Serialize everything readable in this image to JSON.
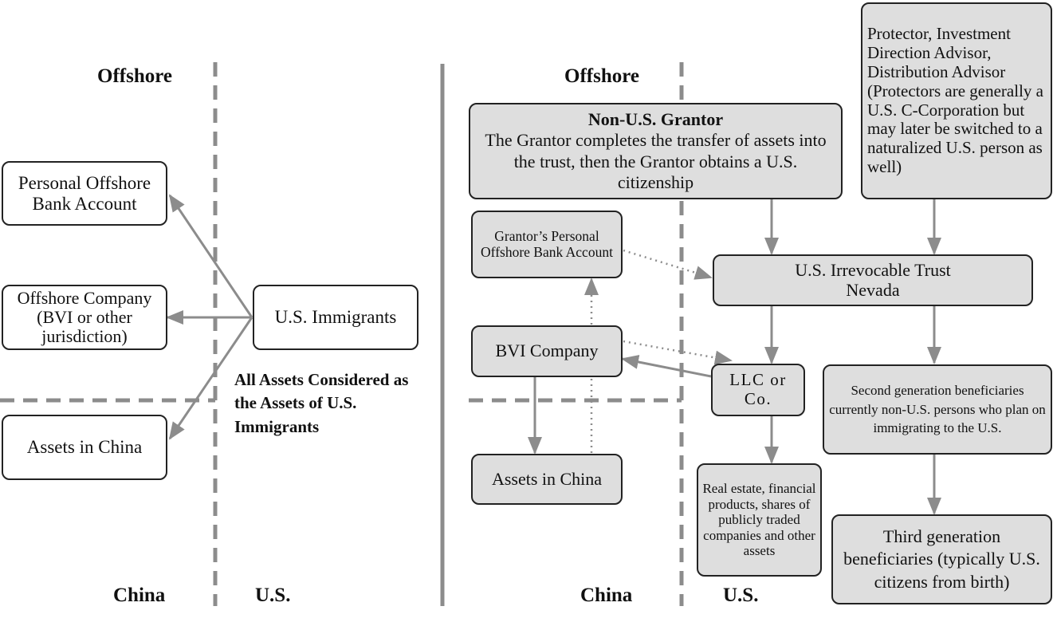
{
  "left": {
    "top_label": "Offshore",
    "bottom_left_label": "China",
    "bottom_right_label": "U.S.",
    "boxes": {
      "personal_bank": "Personal Offshore Bank Account",
      "offshore_company": "Offshore Company (BVI or other jurisdiction)",
      "assets_china": "Assets in China",
      "us_immigrants": "U.S. Immigrants"
    },
    "note": "All Assets Considered as the Assets of U.S. Immigrants"
  },
  "right": {
    "top_label": "Offshore",
    "bottom_left_label": "China",
    "bottom_right_label": "U.S.",
    "boxes": {
      "grantor_title": "Non-U.S. Grantor",
      "grantor_text": "The Grantor completes the transfer of assets into the trust, then the Grantor obtains a U.S. citizenship",
      "protector": "Protector, Investment Direction Advisor, Distribution Advisor (Protectors are generally a U.S. C-Corporation but may later be switched to a naturalized U.S. person as well)",
      "grantor_bank": "Grantor’s Personal Offshore Bank Account",
      "trust": "U.S. Irrevocable Trust Nevada",
      "bvi": "BVI Company",
      "llc": "LLC or Co.",
      "second_gen": "Second generation beneficiaries currently non-U.S. persons who plan on immigrating to the U.S.",
      "assets_china": "Assets in China",
      "real_estate": "Real estate, financial products, shares of publicly traded companies and other assets",
      "third_gen": "Third generation beneficiaries (typically U.S. citizens from birth)"
    }
  },
  "colors": {
    "line": "#8c8c8c",
    "box_fill_grey": "#dedede",
    "border": "#222222"
  }
}
